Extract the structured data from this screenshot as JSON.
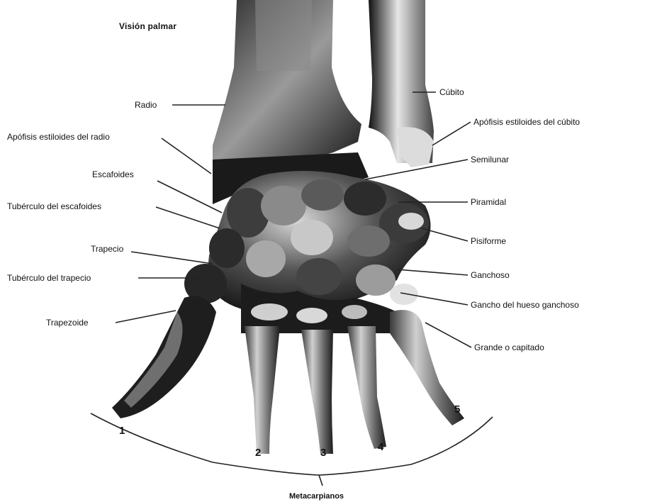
{
  "figure": {
    "view_title": "Visión palmar",
    "group_label": "Metacarpianos"
  },
  "labels": {
    "radio": "Radio",
    "apofisis_radio": "Apófisis estiloides del radio",
    "escafoides": "Escafoides",
    "tuberculo_escafoides": "Tubérculo del escafoides",
    "trapecio": "Trapecio",
    "tuberculo_trapecio": "Tubérculo del trapecio",
    "trapezoide": "Trapezoide",
    "cubito": "Cúbito",
    "apofisis_cubito": "Apófisis estiloides del cúbito",
    "semilunar": "Semilunar",
    "piramidal": "Piramidal",
    "pisiforme": "Pisiforme",
    "ganchoso": "Ganchoso",
    "gancho_hueso_ganchoso": "Gancho del hueso ganchoso",
    "grande_capitado": "Grande o capitado"
  },
  "metacarpal_numbers": [
    "1",
    "2",
    "3",
    "4",
    "5"
  ],
  "colors": {
    "bone_dark": "#1a1a1a",
    "bone_mid": "#5c5c5c",
    "bone_light": "#bdbdbd",
    "leader_line": "#222222"
  }
}
